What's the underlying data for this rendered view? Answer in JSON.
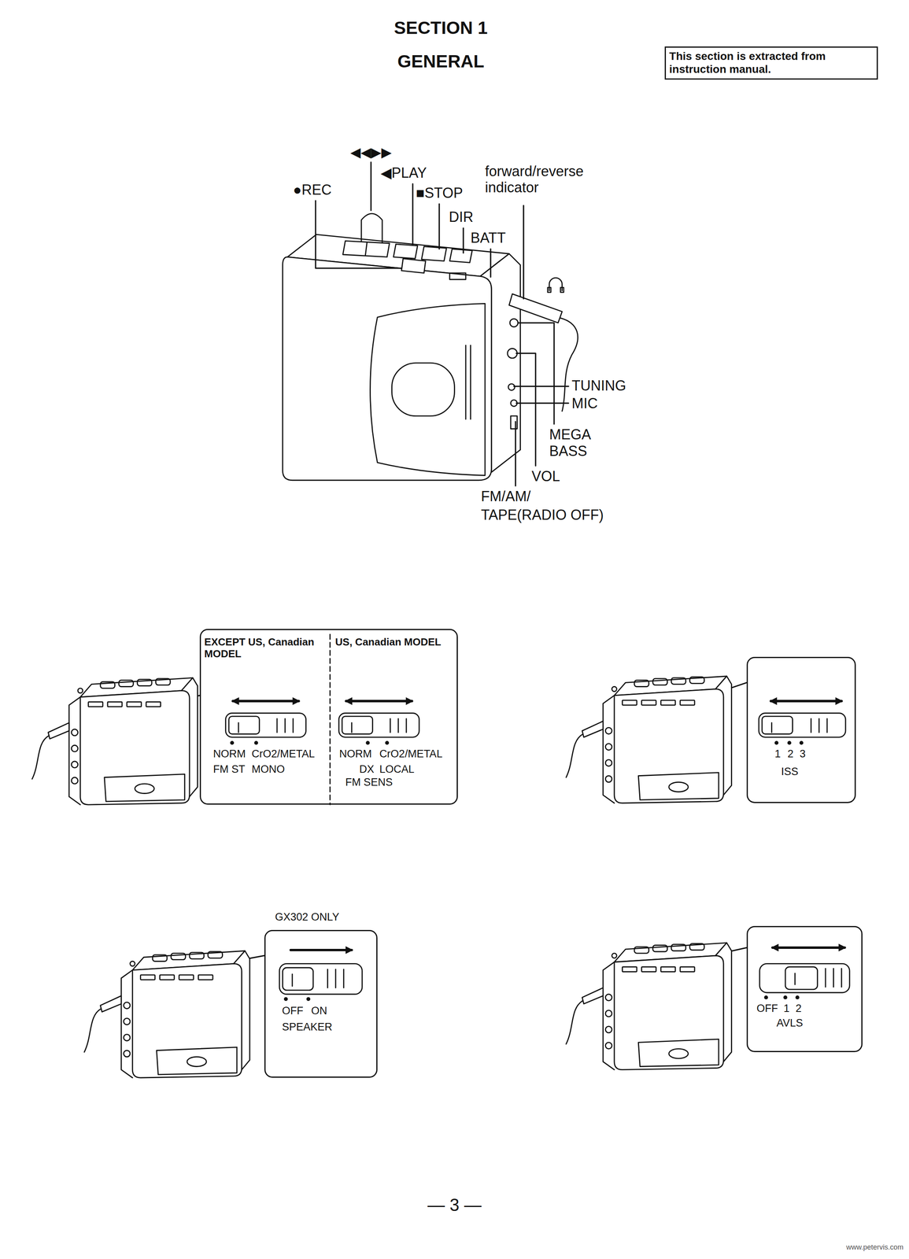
{
  "diagram": {
    "title": "SECTION 1",
    "nodes": [
      {
        "text": [
          "This section is extracted from instruction manual."
        ]
      },
      {
        "text": [
          "EXCEPT US, Canadian MODEL",
          "NORM",
          "CrO2/METAL",
          "FM ST",
          "MONO",
          "US, Canadian MODEL",
          "NORM",
          "CrO2/METAL",
          "DX",
          "LOCAL",
          "FM SENS"
        ]
      },
      {
        "text": [
          "1",
          "2",
          "3",
          "ISS"
        ]
      },
      {
        "text": [
          "GX302 ONLY",
          "OFF",
          "ON",
          "SPEAKER"
        ]
      },
      {
        "text": [
          "OFF",
          "1",
          "2",
          "AVLS"
        ]
      }
    ],
    "edges": [],
    "labels": [
      "GENERAL",
      "◀◀▶▶",
      "●REC",
      "◀PLAY",
      "■STOP",
      "forward/reverse indicator",
      "DIR",
      "BATT",
      "TUNING",
      "MIC",
      "MEGA BASS",
      "VOL",
      "FM/AM/",
      "TAPE(RADIO OFF)",
      "— 3 —",
      "www.petervis.com"
    ]
  }
}
